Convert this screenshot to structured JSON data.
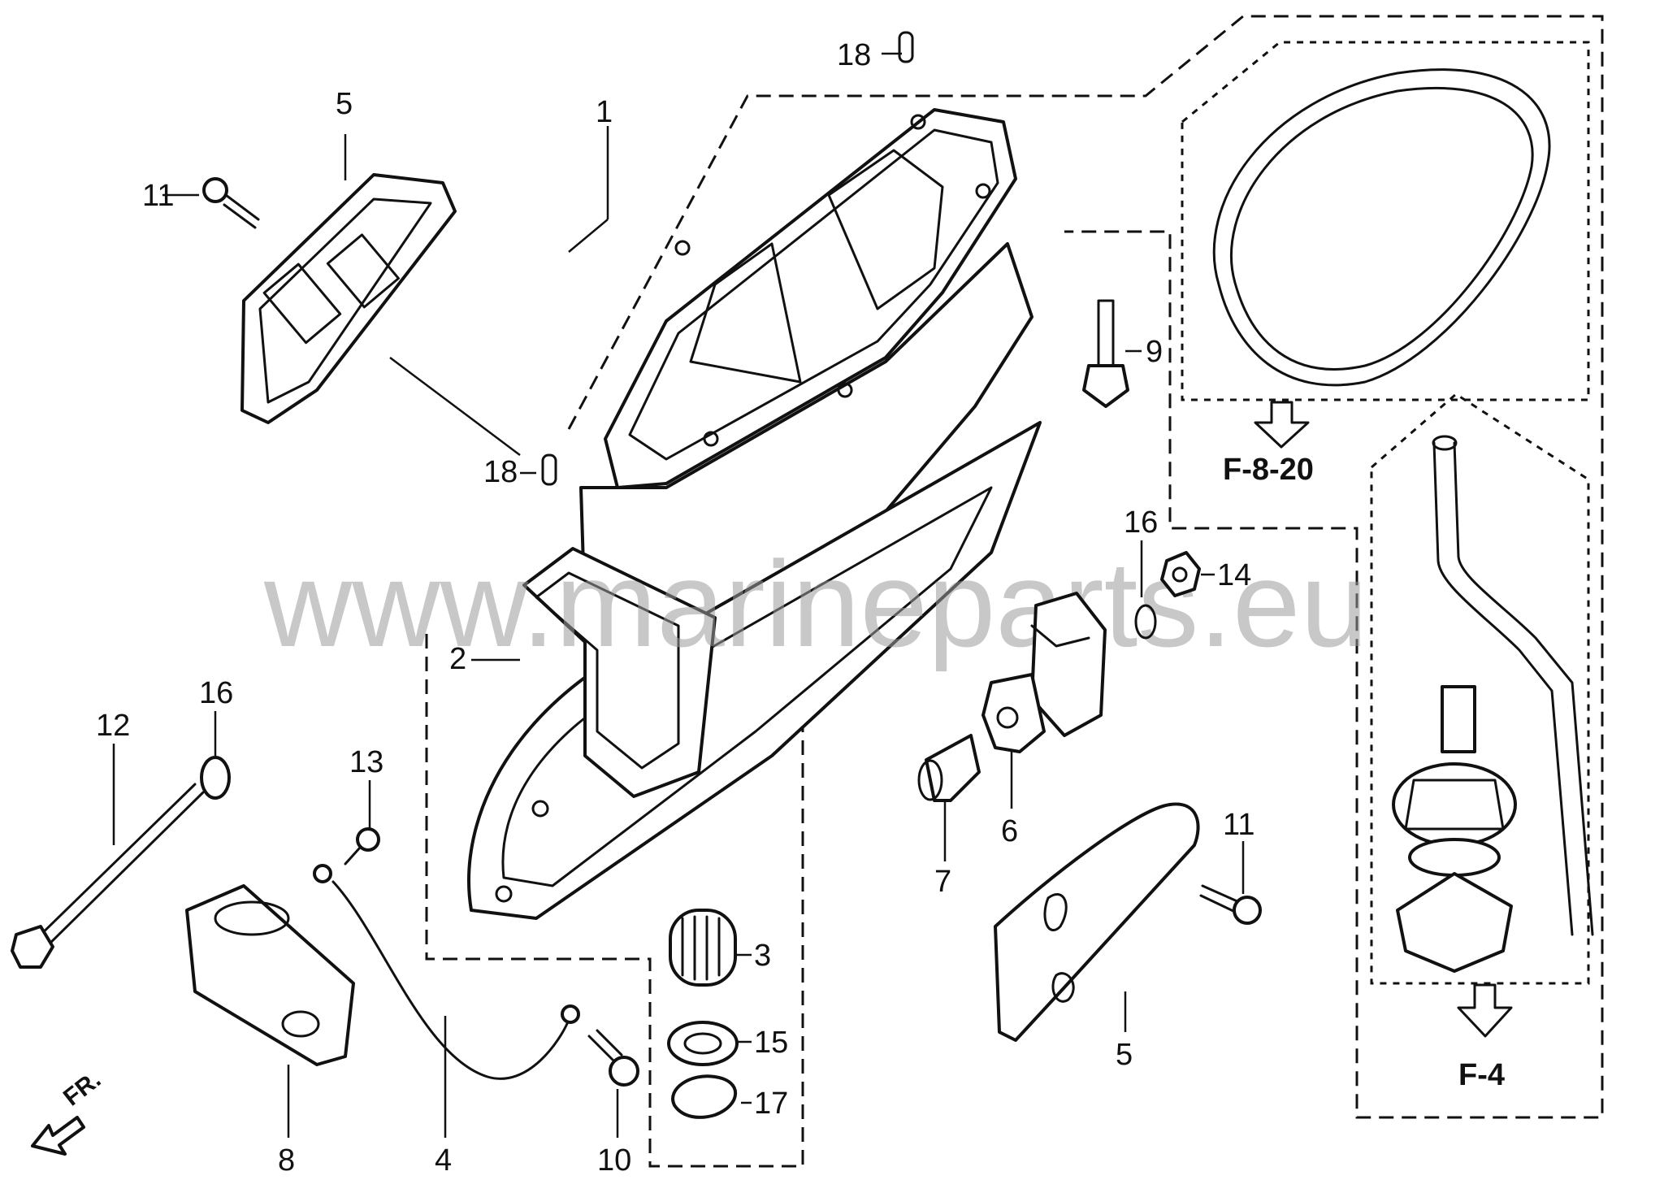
{
  "watermark": "www.marineparts.eu",
  "front_marker": "FR.",
  "references": {
    "seal_ref": "F-8-20",
    "pump_ref": "F-4"
  },
  "callouts": {
    "c1": "1",
    "c2": "2",
    "c3": "3",
    "c4": "4",
    "c5a": "5",
    "c5b": "5",
    "c6": "6",
    "c7": "7",
    "c8": "8",
    "c9": "9",
    "c10": "10",
    "c11a": "11",
    "c11b": "11",
    "c12": "12",
    "c13": "13",
    "c14": "14",
    "c15": "15",
    "c16a": "16",
    "c16b": "16",
    "c17": "17",
    "c18a": "18",
    "c18b": "18"
  }
}
